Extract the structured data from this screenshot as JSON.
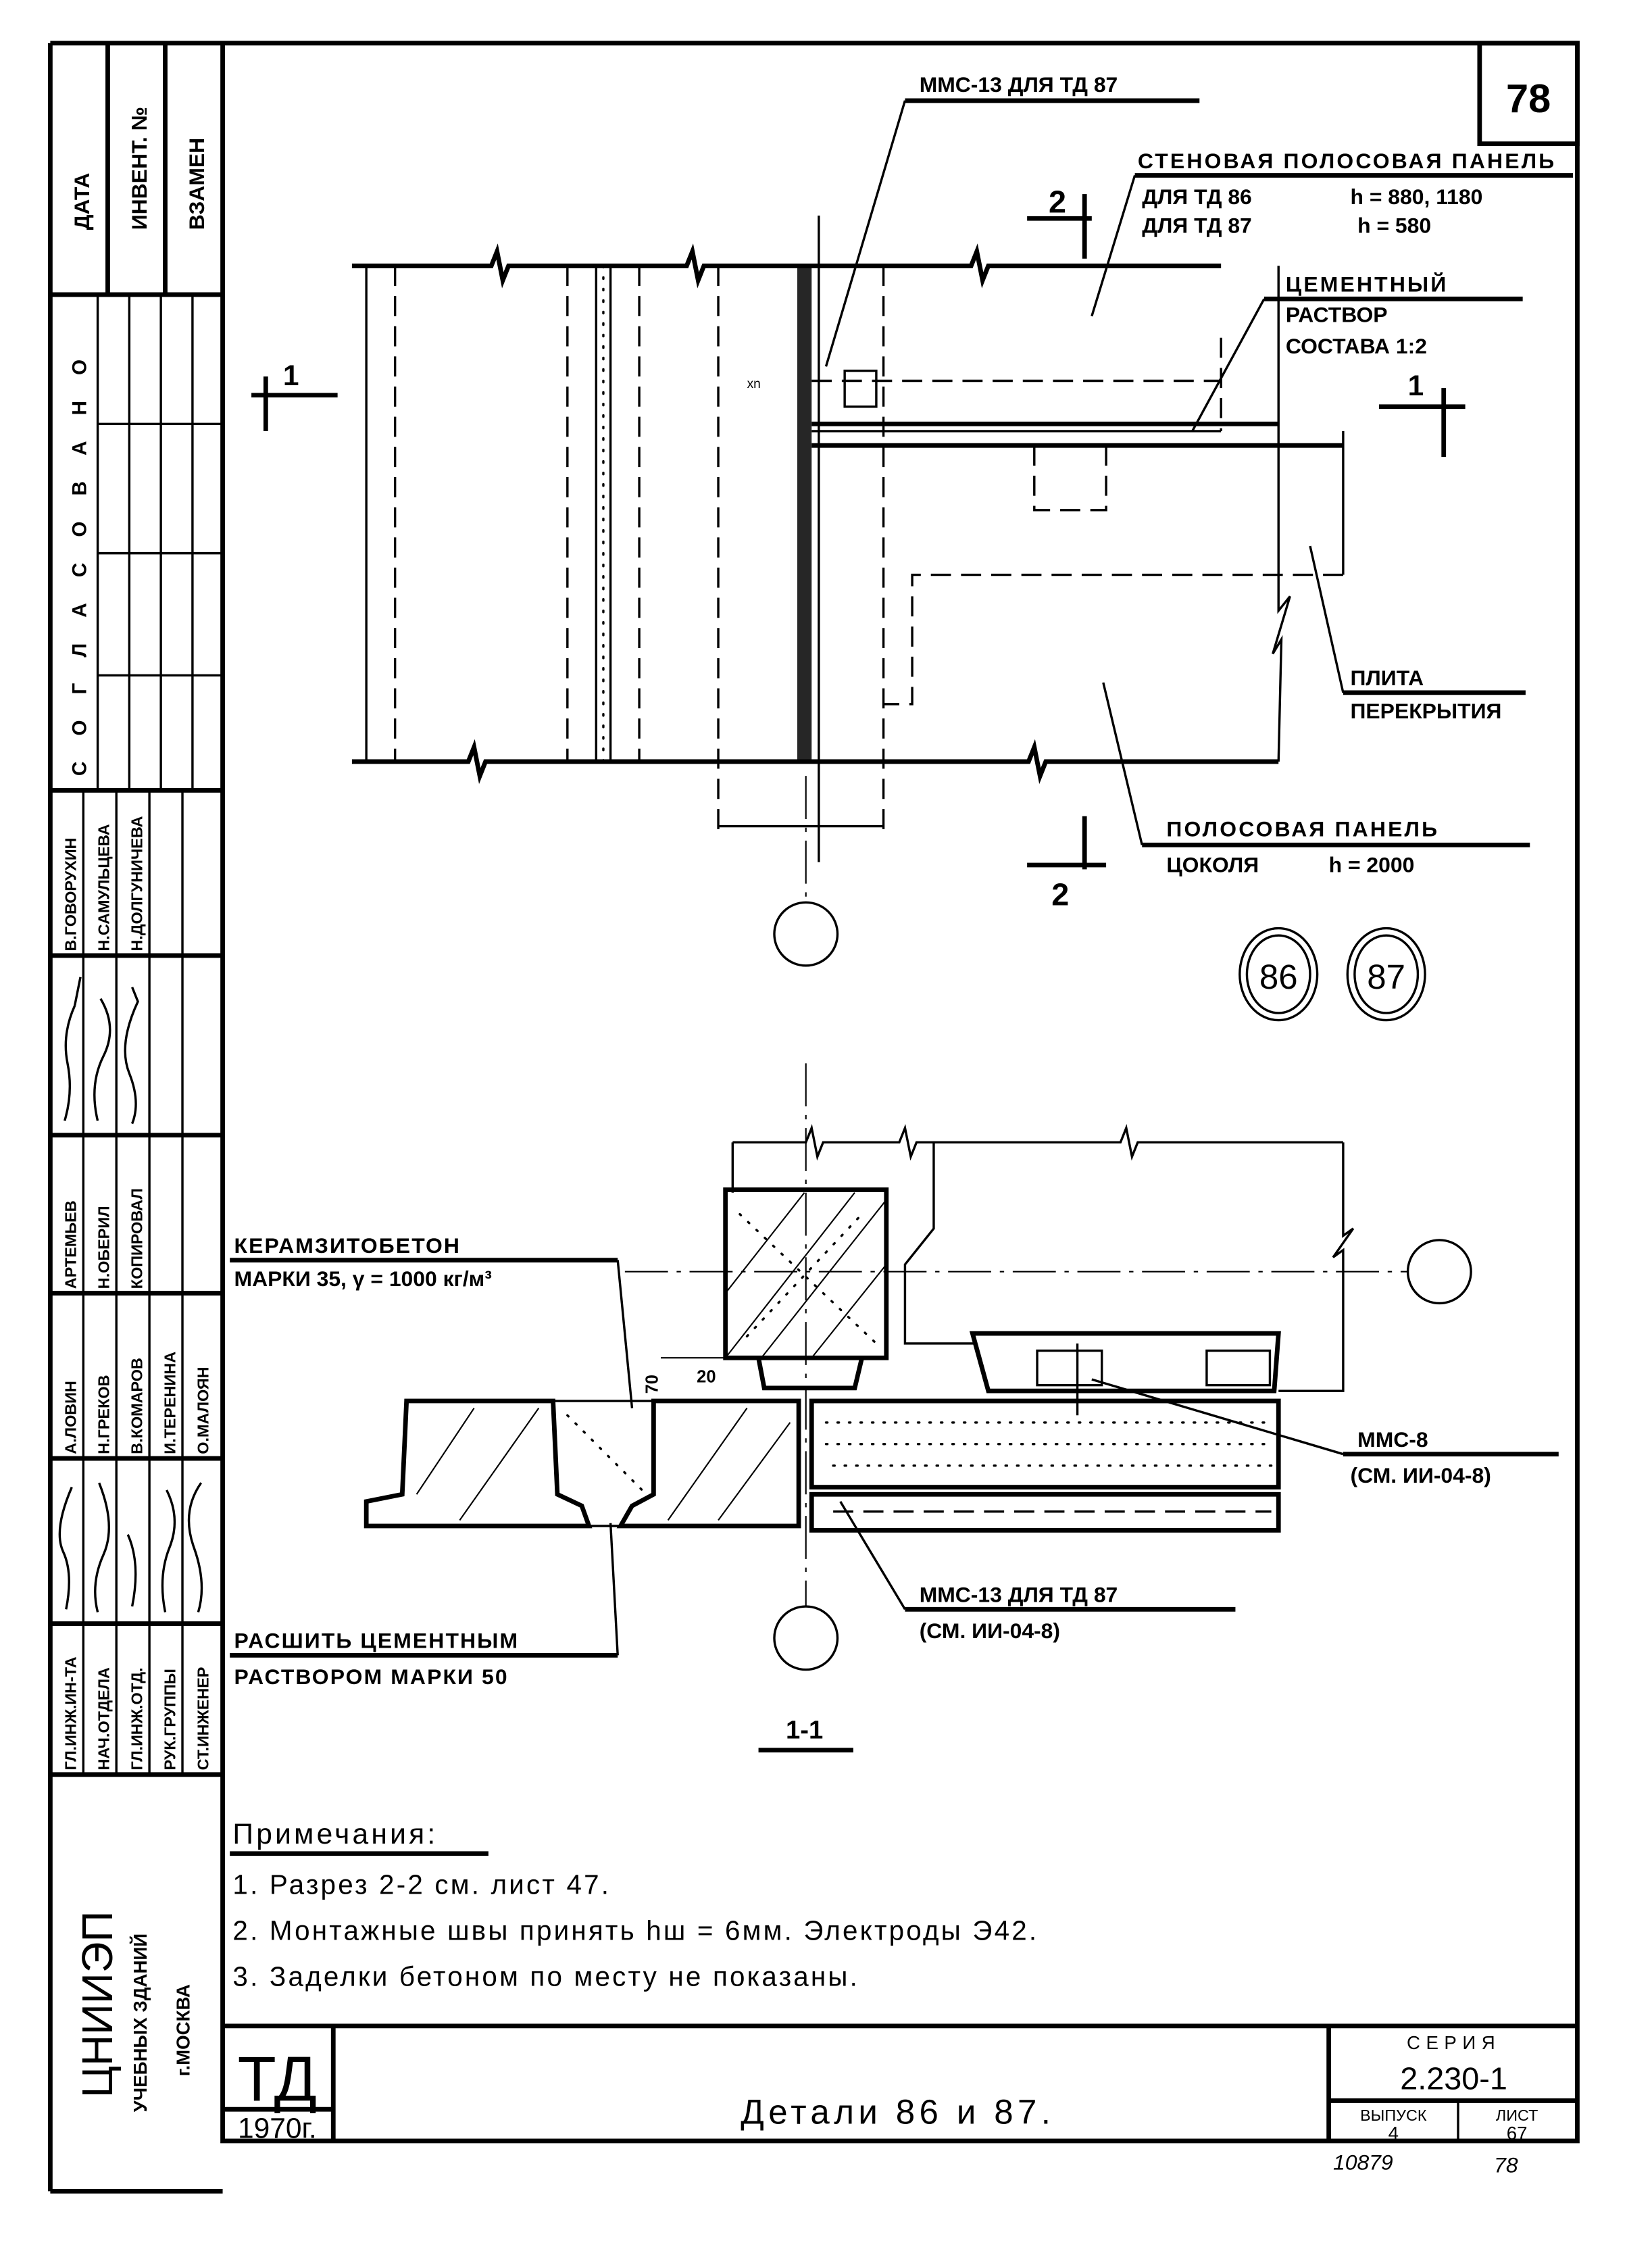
{
  "sheet_box": "78",
  "left_strip": {
    "date": "ДАТА",
    "invent": "ИНВЕНТ. №",
    "instead": "ВЗАМЕН",
    "agreed": "С О Г Л А С О В А Н О",
    "agreed_names": [
      "В.ГОВОРУХИН",
      "Н.САМУЛЬЦЕВА",
      "Н.ДОЛГУНИЧЕВА"
    ],
    "staff_top": [
      "АРТЕМЬЕВ",
      "Н.ОБЕРИЛ",
      "КОПИРОВАЛ"
    ],
    "staff_names": [
      "А.ЛОВИН",
      "Н.ГРЕКОВ",
      "В.КОМАРОВ",
      "И.ТЕРЕНИНА",
      "О.МАЛОЯН"
    ],
    "staff_roles": [
      "ГЛ.ИНЖ.ИН-ТА",
      "НАЧ.ОТДЕЛА",
      "ГЛ.ИНЖ.ОТД.",
      "РУК.ГРУППЫ",
      "СТ.ИНЖЕНЕР"
    ],
    "institute": [
      "ЦНИИЭП",
      "УЧЕБНЫХ ЗДАНИЙ",
      "г.МОСКВА"
    ]
  },
  "plan": {
    "mms13_label": "ММС-13 ДЛЯ ТД 87",
    "wall_panel": {
      "title": "СТЕНОВАЯ ПОЛОСОВАЯ ПАНЕЛЬ",
      "row1_for": "ДЛЯ ТД 86",
      "row1_h": "h = 880, 1180",
      "row2_for": "ДЛЯ ТД 87",
      "row2_h": "h = 580"
    },
    "cement": [
      "ЦЕМЕНТНЫЙ",
      "РАСТВОР",
      "СОСТАВА 1:2"
    ],
    "slab": [
      "ПЛИТА",
      "ПЕРЕКРЫТИЯ"
    ],
    "plinth": [
      "ПОЛОСОВАЯ ПАНЕЛЬ",
      "ЦОКОЛЯ",
      "h = 2000"
    ],
    "section_marks": {
      "left": "1",
      "right": "1",
      "top": "2",
      "bottom": "2"
    },
    "details": [
      "86",
      "87"
    ]
  },
  "section": {
    "keramzit": [
      "КЕРАМЗИТОБЕТОН",
      "МАРКИ 35, γ = 1000 кг/м³"
    ],
    "dim_70": "70",
    "dim_20": "20",
    "mms8": [
      "ММС-8",
      "(СМ. ИИ-04-8)"
    ],
    "mms13": [
      "ММС-13 ДЛЯ ТД 87",
      "(СМ. ИИ-04-8)"
    ],
    "joint": [
      "РАСШИТЬ ЦЕМЕНТНЫМ",
      "РАСТВОРОМ МАРКИ 50"
    ],
    "title": "1-1"
  },
  "notes": {
    "heading": "Примечания:",
    "items": [
      "1. Разрез 2-2 см. лист 47.",
      "2. Монтажные швы принять hш = 6мм. Электроды Э42.",
      "3. Заделки бетоном по месту не показаны."
    ]
  },
  "title_block": {
    "code": "ТД",
    "year": "1970г.",
    "title": "Детали 86 и 87.",
    "series_label": "СЕРИЯ",
    "series": "2.230-1",
    "issue_label": "ВЫПУСК",
    "issue": "4",
    "sheet_label": "ЛИСТ",
    "sheet": "67"
  },
  "footer": {
    "inventory": "10879",
    "page": "78"
  }
}
